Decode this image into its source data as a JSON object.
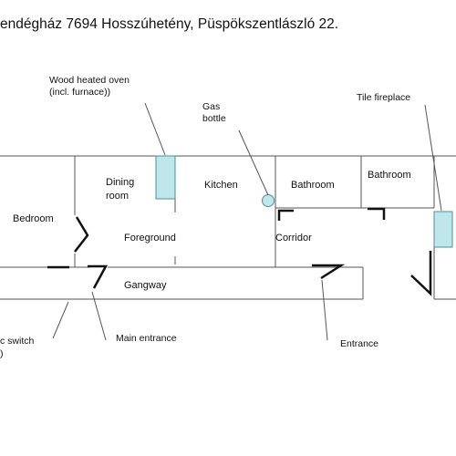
{
  "title": "endégház 7694 Hosszúhetény, Püspökszentlászló 22.",
  "callouts": {
    "oven_line1": "Wood heated oven",
    "oven_line2": "(incl. furnace))",
    "gas_line1": "Gas",
    "gas_line2": "bottle",
    "fireplace": "Tile fireplace",
    "switch_line1": "c switch",
    "switch_line2": ")",
    "main_entrance": "Main entrance",
    "entrance": "Entrance"
  },
  "rooms": {
    "bedroom": "Bedroom",
    "dining_line1": "Dining",
    "dining_line2": "room",
    "kitchen": "Kitchen",
    "bathroom_1": "Bathroom",
    "bathroom_2": "Bathroom",
    "foreground": "Foreground",
    "corridor": "Corridor",
    "gangway": "Gangway"
  },
  "colors": {
    "wall": "#555555",
    "door": "#111111",
    "fixture_fill": "#bfe6ea",
    "fixture_stroke": "#4f8f9a"
  }
}
